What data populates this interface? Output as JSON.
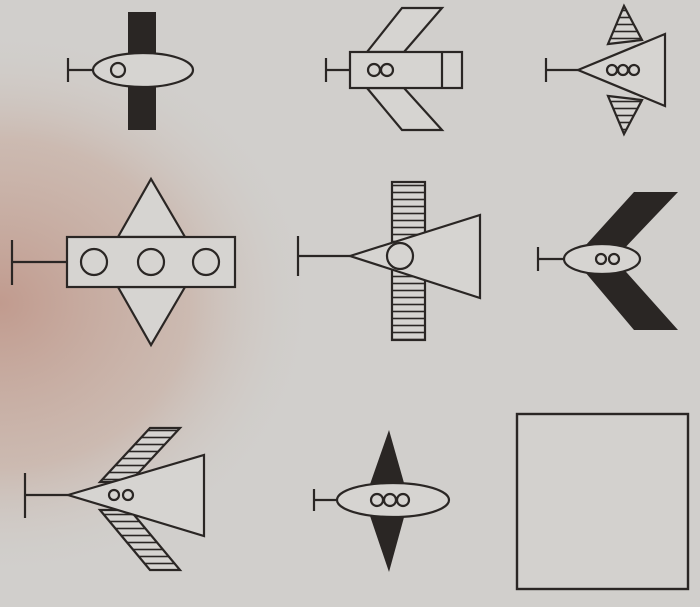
{
  "puzzle": {
    "paper_color": "#d1cfcc",
    "shadow_color": "#c39a8c",
    "ink_color": "#2a2624",
    "figures": [
      {
        "position": "row-1-col-1",
        "body": "oval",
        "windows": 1,
        "wings": "vertical-bar",
        "wing_fill": "solid"
      },
      {
        "position": "row-1-col-2",
        "body": "rectangle",
        "windows": 2,
        "wings": "swept",
        "wing_fill": "outline"
      },
      {
        "position": "row-1-col-3",
        "body": "triangle",
        "windows": 3,
        "wings": "triangular",
        "wing_fill": "hatched"
      },
      {
        "position": "row-2-col-1",
        "body": "rectangle",
        "windows": 3,
        "wings": "diamond",
        "wing_fill": "outline"
      },
      {
        "position": "row-2-col-2",
        "body": "triangle",
        "windows": 1,
        "wings": "vertical-bar",
        "wing_fill": "hatched"
      },
      {
        "position": "row-2-col-3",
        "body": "oval",
        "windows": 2,
        "wings": "swept",
        "wing_fill": "solid"
      },
      {
        "position": "row-3-col-1",
        "body": "triangle",
        "windows": 2,
        "wings": "swept",
        "wing_fill": "hatched"
      },
      {
        "position": "row-3-col-2",
        "body": "oval",
        "windows": 3,
        "wings": "triangular",
        "wing_fill": "solid"
      },
      {
        "position": "row-3-col-3",
        "body": "empty",
        "windows": 0,
        "wings": "none",
        "wing_fill": "none"
      }
    ]
  }
}
